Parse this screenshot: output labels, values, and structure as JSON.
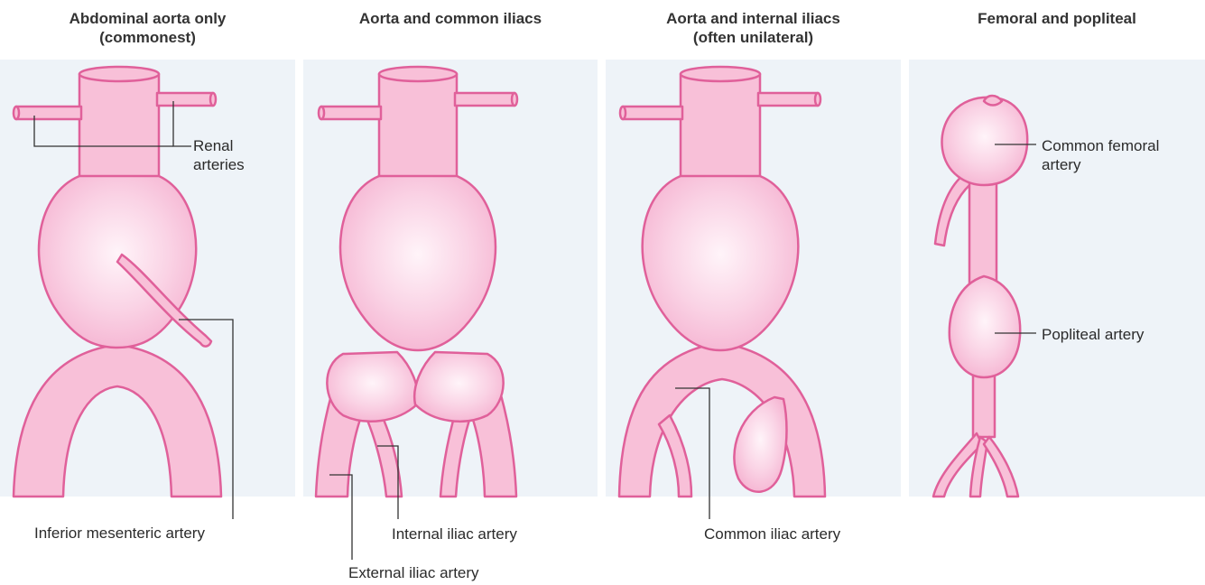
{
  "panels": [
    {
      "title": "Abdominal aorta only\n(commonest)",
      "labels": {
        "renal": "Renal\narteries",
        "inferior_mesenteric": "Inferior mesenteric artery"
      }
    },
    {
      "title": "Aorta and common iliacs",
      "labels": {
        "internal_iliac": "Internal iliac artery",
        "external_iliac": "External iliac artery"
      }
    },
    {
      "title": "Aorta and internal iliacs\n(often unilateral)",
      "labels": {
        "common_iliac": "Common iliac artery"
      }
    },
    {
      "title": "Femoral and popliteal",
      "labels": {
        "common_femoral": "Common femoral\nartery",
        "popliteal": "Popliteal artery"
      }
    }
  ],
  "colors": {
    "vessel_fill": "#f8c0d8",
    "vessel_stroke": "#e0609a",
    "panel_background": "#eef3f8",
    "leader_line": "#333333"
  }
}
